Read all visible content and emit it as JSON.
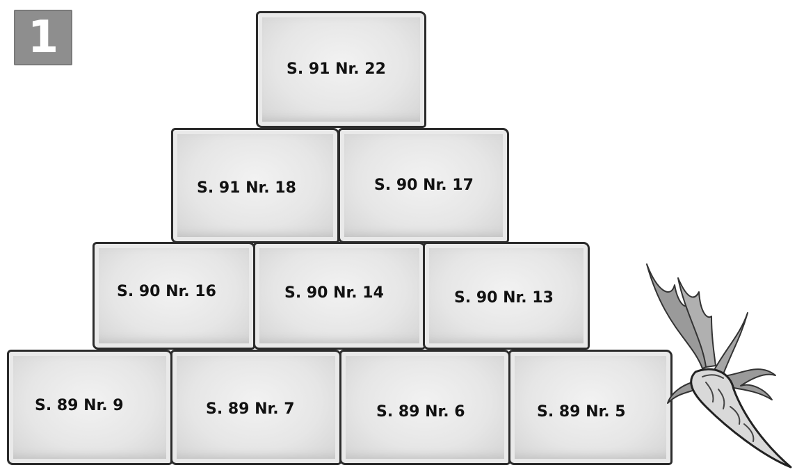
{
  "badge": {
    "number": "1"
  },
  "bricks": [
    {
      "label": "S. 91 Nr. 22"
    },
    {
      "label": "S. 91 Nr. 18"
    },
    {
      "label": "S. 90 Nr. 17"
    },
    {
      "label": "S. 90 Nr. 16"
    },
    {
      "label": "S. 90 Nr. 14"
    },
    {
      "label": "S. 90 Nr. 13"
    },
    {
      "label": "S. 89 Nr. 9"
    },
    {
      "label": "S. 89 Nr. 7"
    },
    {
      "label": "S. 89 Nr. 6"
    },
    {
      "label": "S. 89 Nr. 5"
    }
  ],
  "illustration": {
    "icon": "carrot-icon"
  }
}
